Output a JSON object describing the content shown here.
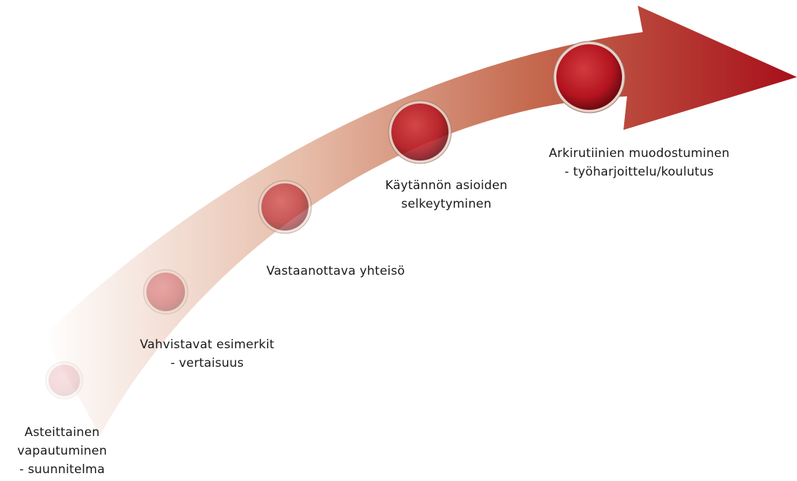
{
  "diagram": {
    "colors": {
      "arrow_start": "#ffffff",
      "arrow_end": "#a8101b",
      "node_fill": "#b3141f",
      "node_ring": "#e8d2c8",
      "text": "#1a1a1a"
    },
    "steps": [
      {
        "label": "Asteittainen\nvapautuminen\n- suunnitelma",
        "emphasis": 0.15
      },
      {
        "label": "Vahvistavat esimerkit\n- vertaisuus",
        "emphasis": 0.35
      },
      {
        "label": "Vastaanottava yhteisö",
        "emphasis": 0.6
      },
      {
        "label": "Käytännön asioiden\nselkeytyminen",
        "emphasis": 0.85
      },
      {
        "label": "Arkirutiinien muodostuminen\n- työharjoittelu/koulutus",
        "emphasis": 1.0
      }
    ]
  }
}
